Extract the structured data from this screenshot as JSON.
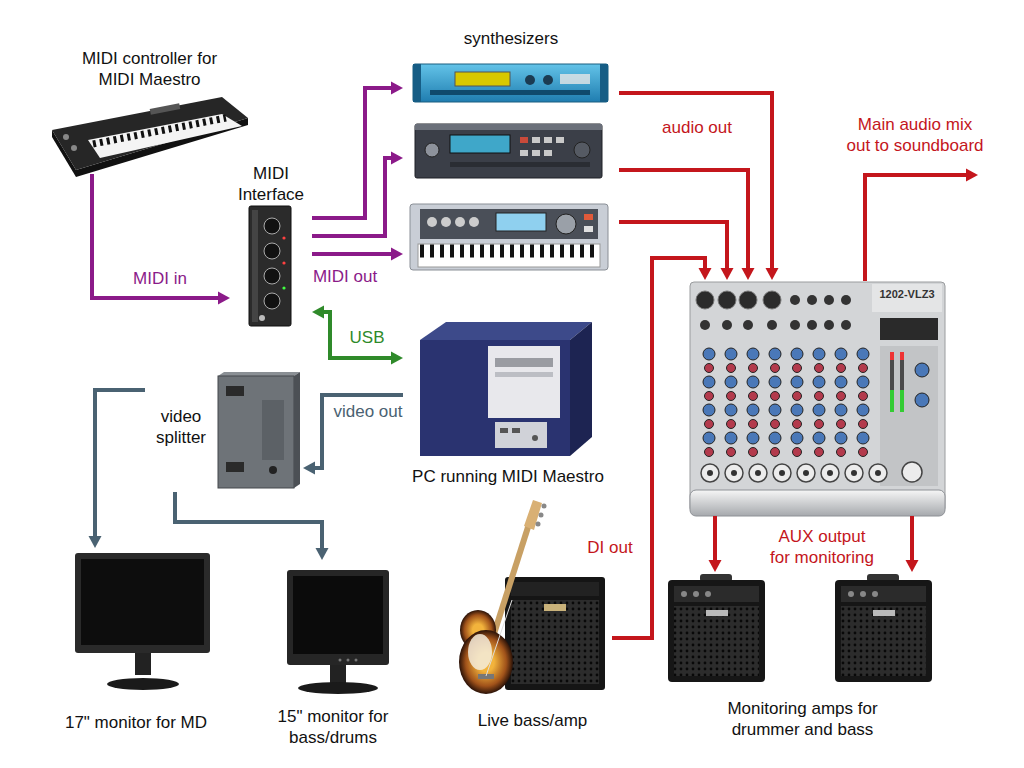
{
  "diagram": {
    "nodes": [
      {
        "text": [
          "MIDI controller for MIDI Maestro"
        ]
      },
      {
        "text": [
          "synthesizers"
        ]
      },
      {
        "text": [
          "MIDI Interface"
        ]
      },
      {
        "text": [
          "1202-VLZ3"
        ]
      },
      {
        "text": [
          "PC running MIDI Maestro"
        ]
      },
      {
        "text": [
          "video splitter"
        ]
      },
      {
        "text": [
          "17\" monitor for MD"
        ]
      },
      {
        "text": [
          "15\" monitor for bass/drums"
        ]
      },
      {
        "text": [
          "Live bass/amp"
        ]
      },
      {
        "text": [
          "Monitoring amps for drummer and bass"
        ]
      }
    ],
    "edges": [
      {
        "from": 0,
        "to": 2,
        "label": "MIDI in",
        "arrow": "to"
      },
      {
        "from": 2,
        "to": 1,
        "arrow": "to"
      },
      {
        "from": 2,
        "to": 1,
        "arrow": "to"
      },
      {
        "from": 2,
        "to": 1,
        "label": "MIDI out",
        "arrow": "to"
      },
      {
        "from": 2,
        "to": 4,
        "label": "USB",
        "arrow": "both"
      },
      {
        "from": 1,
        "to": 3,
        "label": "audio out",
        "arrow": "to"
      },
      {
        "from": 1,
        "to": 3,
        "arrow": "to"
      },
      {
        "from": 1,
        "to": 3,
        "arrow": "to"
      },
      {
        "from": 4,
        "to": 5,
        "label": "video out",
        "arrow": "to"
      },
      {
        "from": 5,
        "to": 6,
        "arrow": "to"
      },
      {
        "from": 5,
        "to": 7,
        "arrow": "to"
      },
      {
        "from": 8,
        "to": 3,
        "label": "DI out",
        "arrow": "to"
      },
      {
        "from": 3,
        "to": 9,
        "label": "AUX output for monitoring",
        "arrow": "to"
      },
      {
        "from": 3,
        "to": 9,
        "arrow": "to"
      }
    ],
    "labels": [
      "Main audio mix out to soundboard"
    ]
  }
}
